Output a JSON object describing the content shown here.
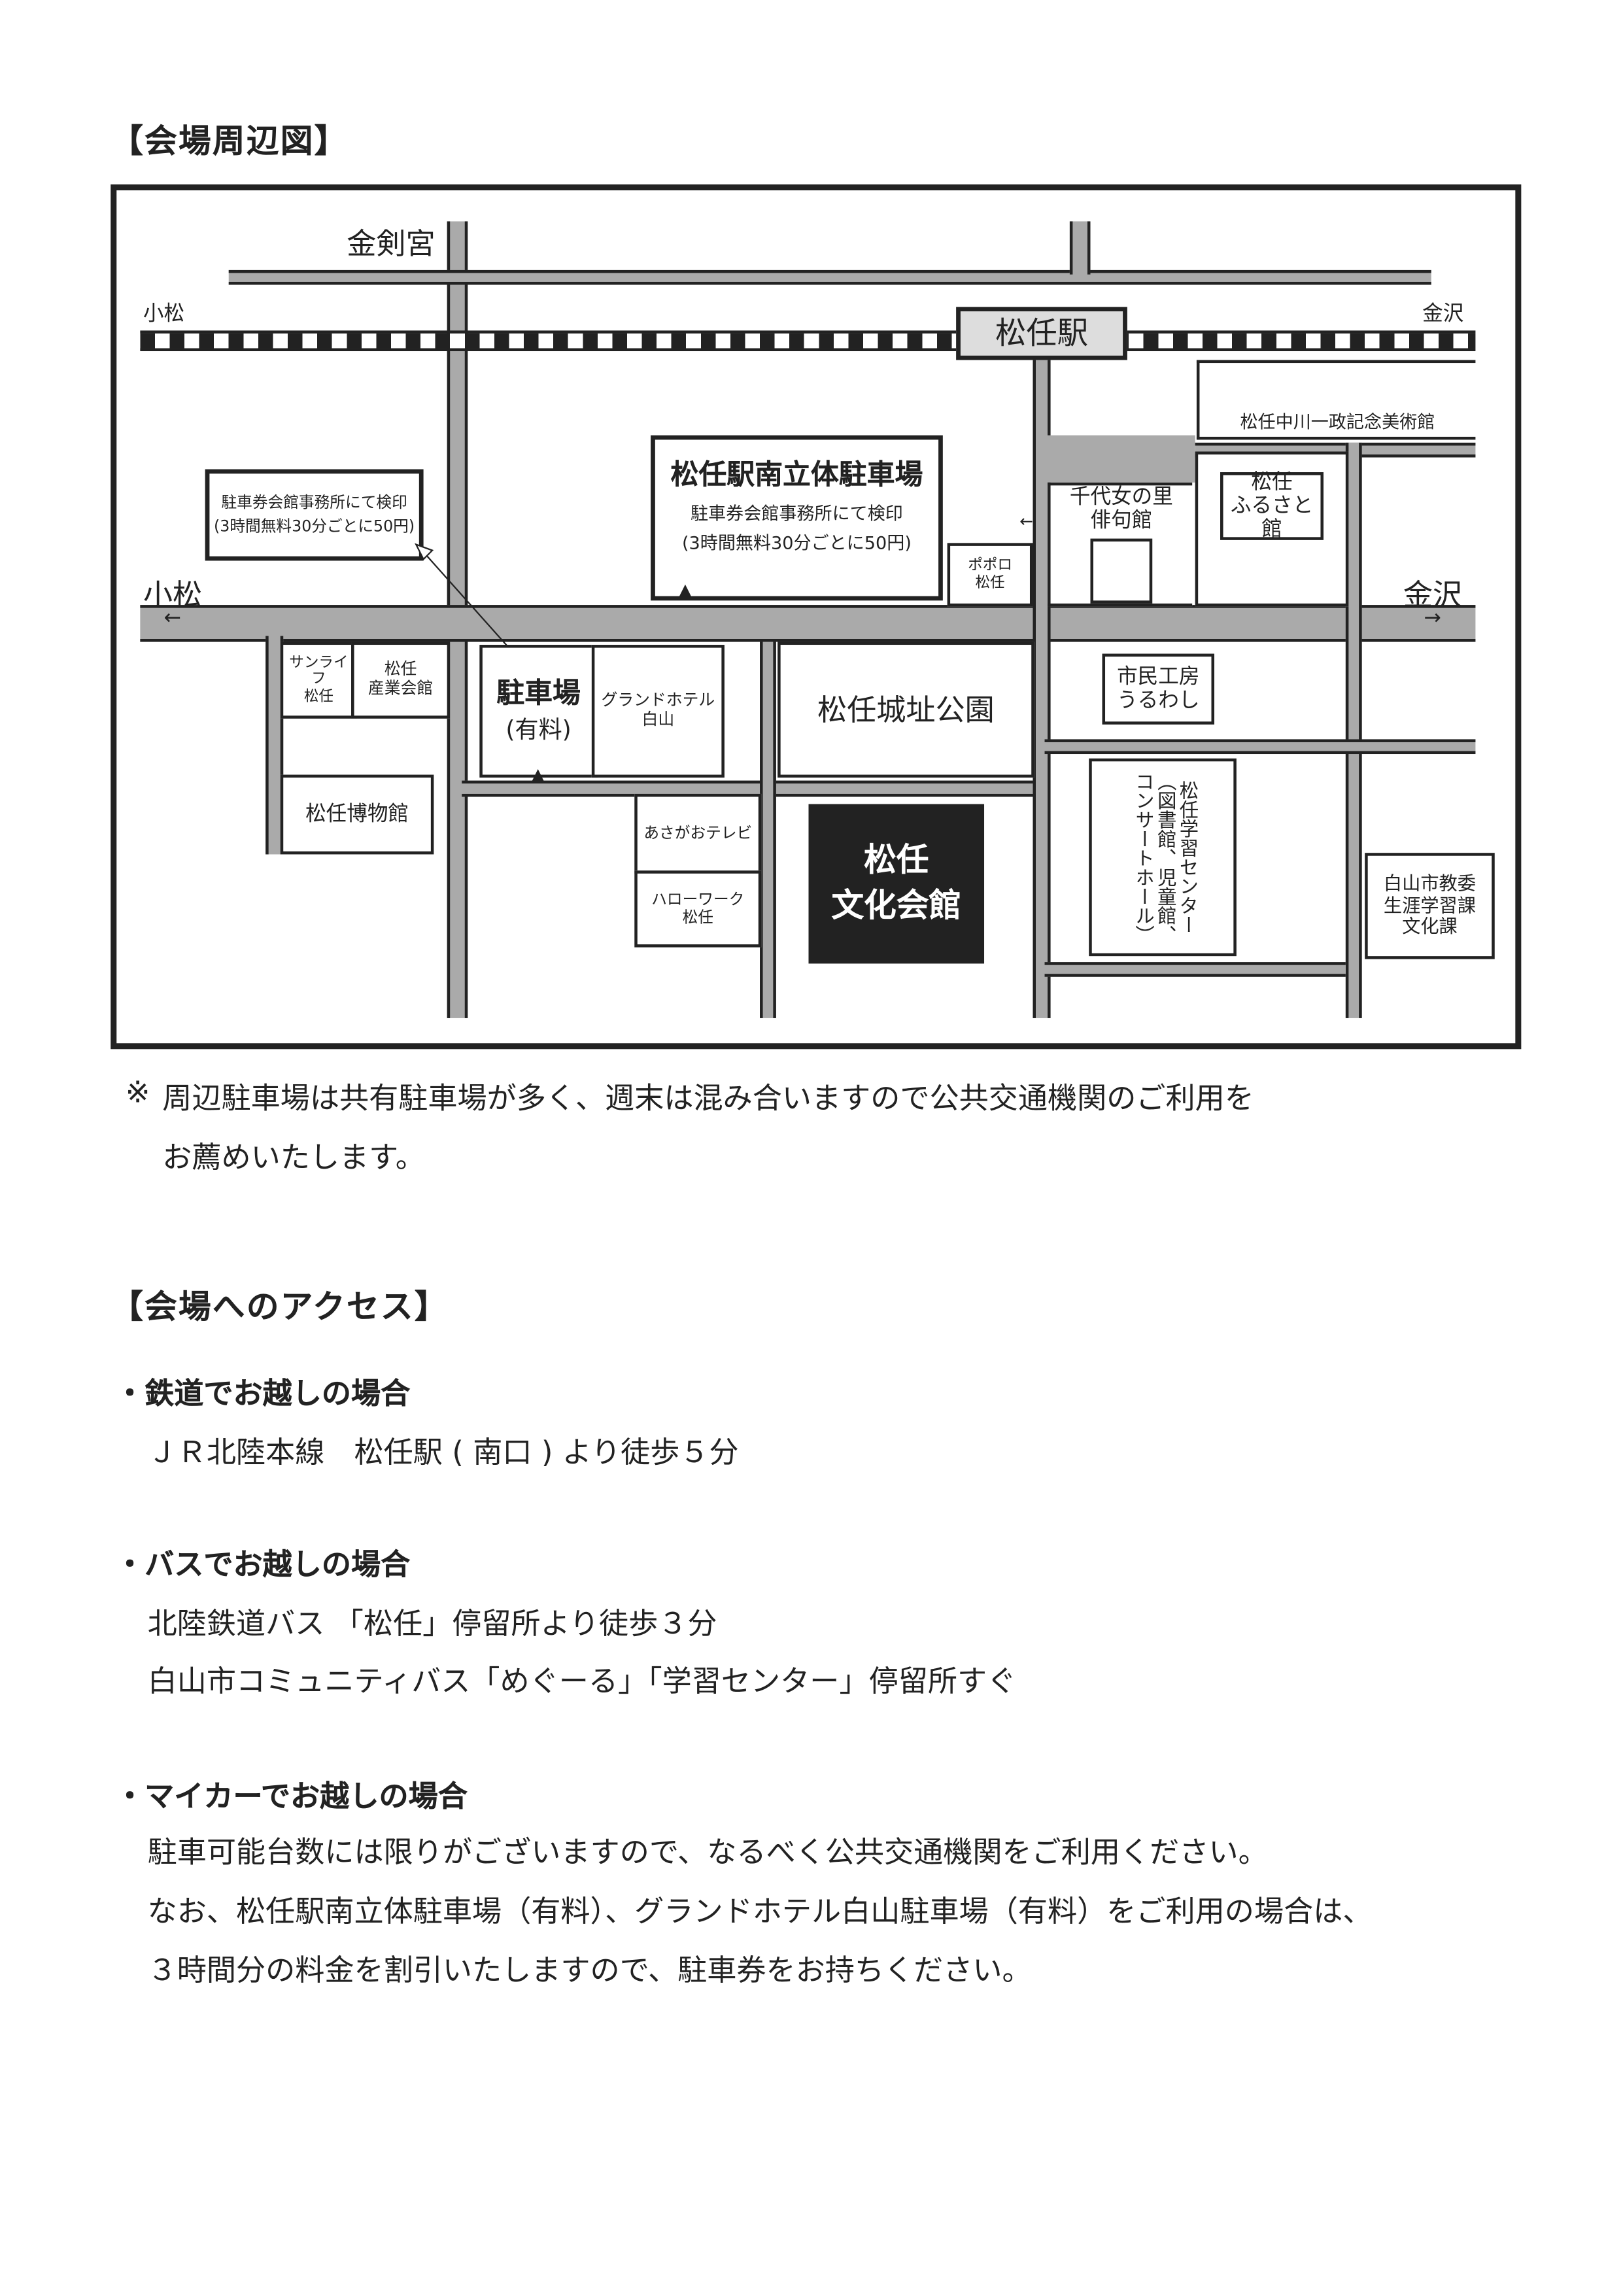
{
  "map_title": "【会場周辺図】",
  "map": {
    "kanemurugu": "金剣宮",
    "komatsu_rail": "小松",
    "kanazawa_rail": "金沢",
    "station": "松任駅",
    "komatsu_road": "小松",
    "kanazawa_road": "金沢",
    "arrow_left": "←",
    "arrow_right": "→",
    "arrow_small": "←",
    "museum_ichimasa": "松任中川一政記念美術館",
    "parking_note_left": [
      "駐車券会館事務所にて検印",
      "(3時間無料30分ごとに50円)"
    ],
    "station_parking": {
      "name": "松任駅南立体駐車場",
      "line1": "駐車券会館事務所にて検印",
      "line2": "(3時間無料30分ごとに50円)"
    },
    "popolo": [
      "ポポロ",
      "松任"
    ],
    "chiyojo": [
      "千代女の里",
      "俳句館"
    ],
    "furusato": [
      "松任",
      "ふるさと館"
    ],
    "sunlife": [
      "サンライフ",
      "松任"
    ],
    "sangyo": [
      "松任",
      "産業会館"
    ],
    "parking_paid": [
      "駐車場",
      "(有料)"
    ],
    "grand_hotel": [
      "グランドホテル",
      "白山"
    ],
    "castle_park": "松任城址公園",
    "shimin_kobo": [
      "市民工房",
      "うるわし"
    ],
    "museum": "松任博物館",
    "asagao": "あさがおテレビ",
    "hellowork": [
      "ハローワーク",
      "松任"
    ],
    "bunka_kaikan": [
      "松任",
      "文化会館"
    ],
    "gakushu": [
      "松任学習センター",
      "（図書館、児童館、",
      "コンサートホール）"
    ],
    "hakusan_kyoi": [
      "白山市教委",
      "生涯学習課",
      "文化課"
    ]
  },
  "note": {
    "mark": "※",
    "line1": "周辺駐車場は共有駐車場が多く、週末は混み合いますので公共交通機関のご利用を",
    "line2": "お薦めいたします。"
  },
  "access_title": "【会場へのアクセス】",
  "access": [
    {
      "heading": "・鉄道でお越しの場合",
      "lines": [
        "ＪＲ北陸本線　松任駅 ( 南口 ) より徒歩５分"
      ]
    },
    {
      "heading": "・バスでお越しの場合",
      "lines": [
        "北陸鉄道バス 「松任」停留所より徒歩３分",
        "白山市コミュニティバス「めぐーる」「学習センター」停留所すぐ"
      ]
    },
    {
      "heading": "・マイカーでお越しの場合",
      "lines": [
        "駐車可能台数には限りがございますので、なるべく公共交通機関をご利用ください。",
        "なお、松任駅南立体駐車場（有料）、グランドホテル白山駐車場（有料）をご利用の場合は、",
        "３時間分の料金を割引いたしますので、駐車券をお持ちください。"
      ]
    }
  ]
}
